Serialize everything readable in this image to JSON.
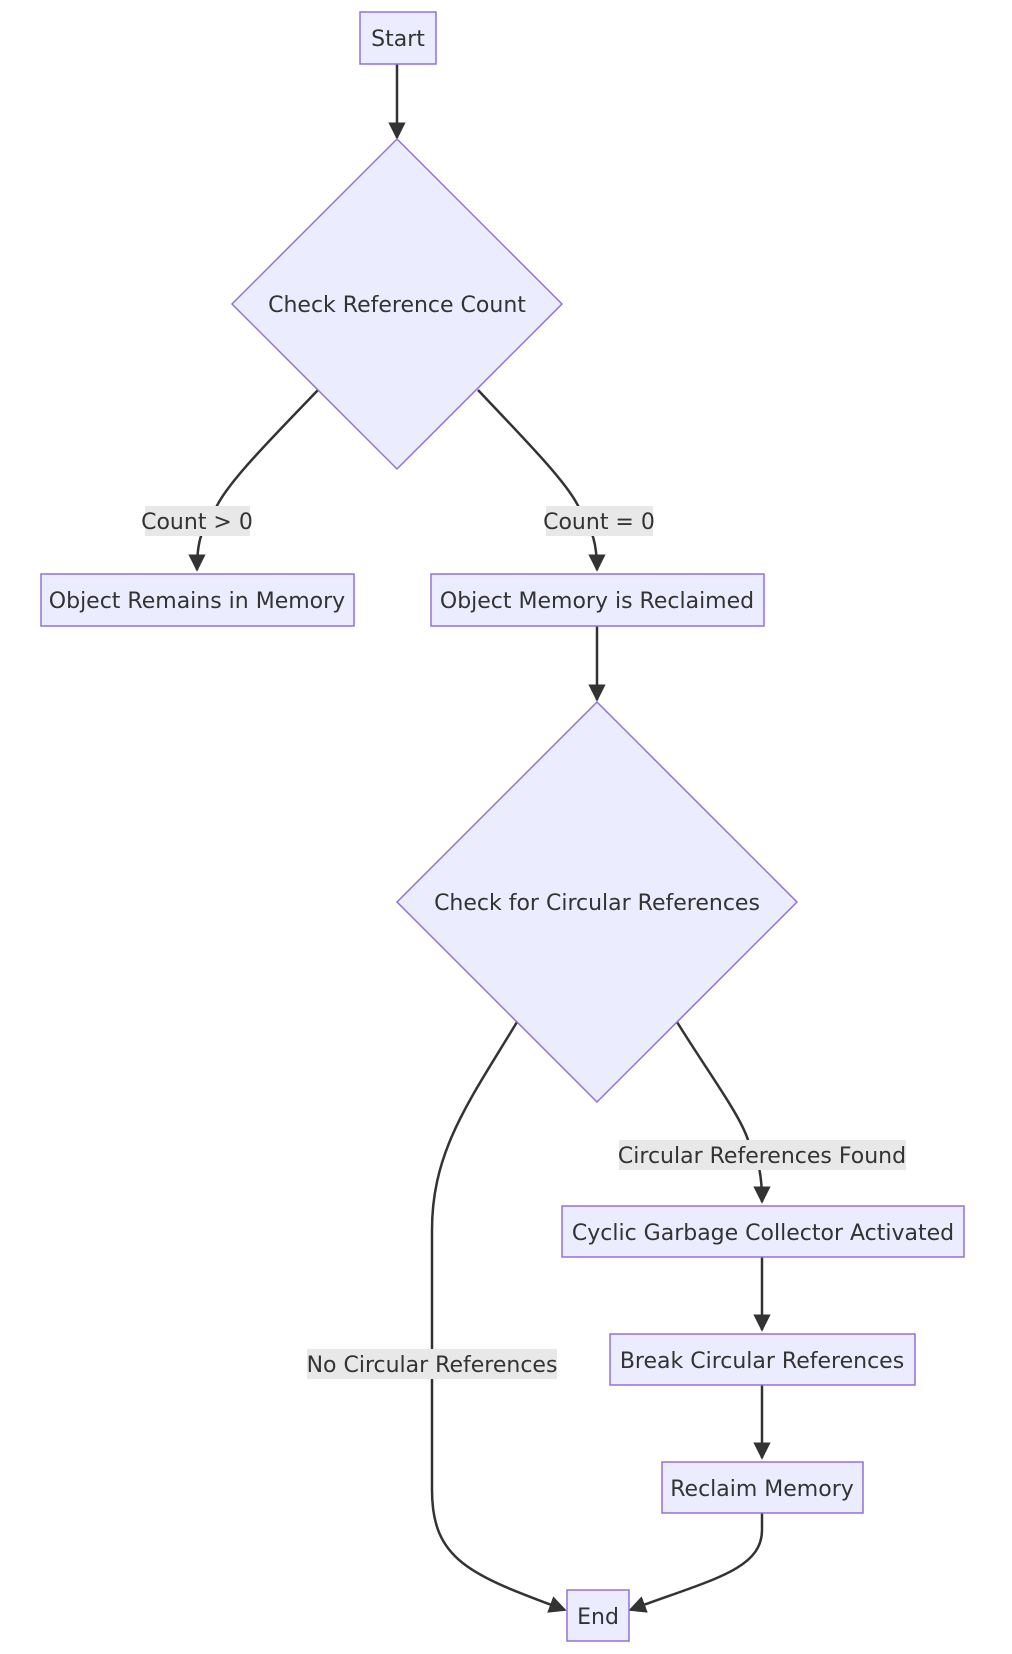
{
  "diagram": {
    "nodes": {
      "start": "Start",
      "check_ref_count": "Check Reference Count",
      "object_remains": "Object Remains in Memory",
      "memory_reclaimed": "Object Memory is Reclaimed",
      "check_circular": "Check for Circular References",
      "cyclic_gc": "Cyclic Garbage Collector Activated",
      "break_circular": "Break Circular References",
      "reclaim_memory": "Reclaim Memory",
      "end": "End"
    },
    "edges": {
      "count_gt_zero": "Count > 0",
      "count_eq_zero": "Count = 0",
      "circular_found": "Circular References Found",
      "no_circular": "No Circular References"
    },
    "colors": {
      "node_fill": "#ECECFF",
      "node_stroke": "#9370DB",
      "edge": "#333333",
      "label_bg": "#e8e8e8"
    }
  }
}
